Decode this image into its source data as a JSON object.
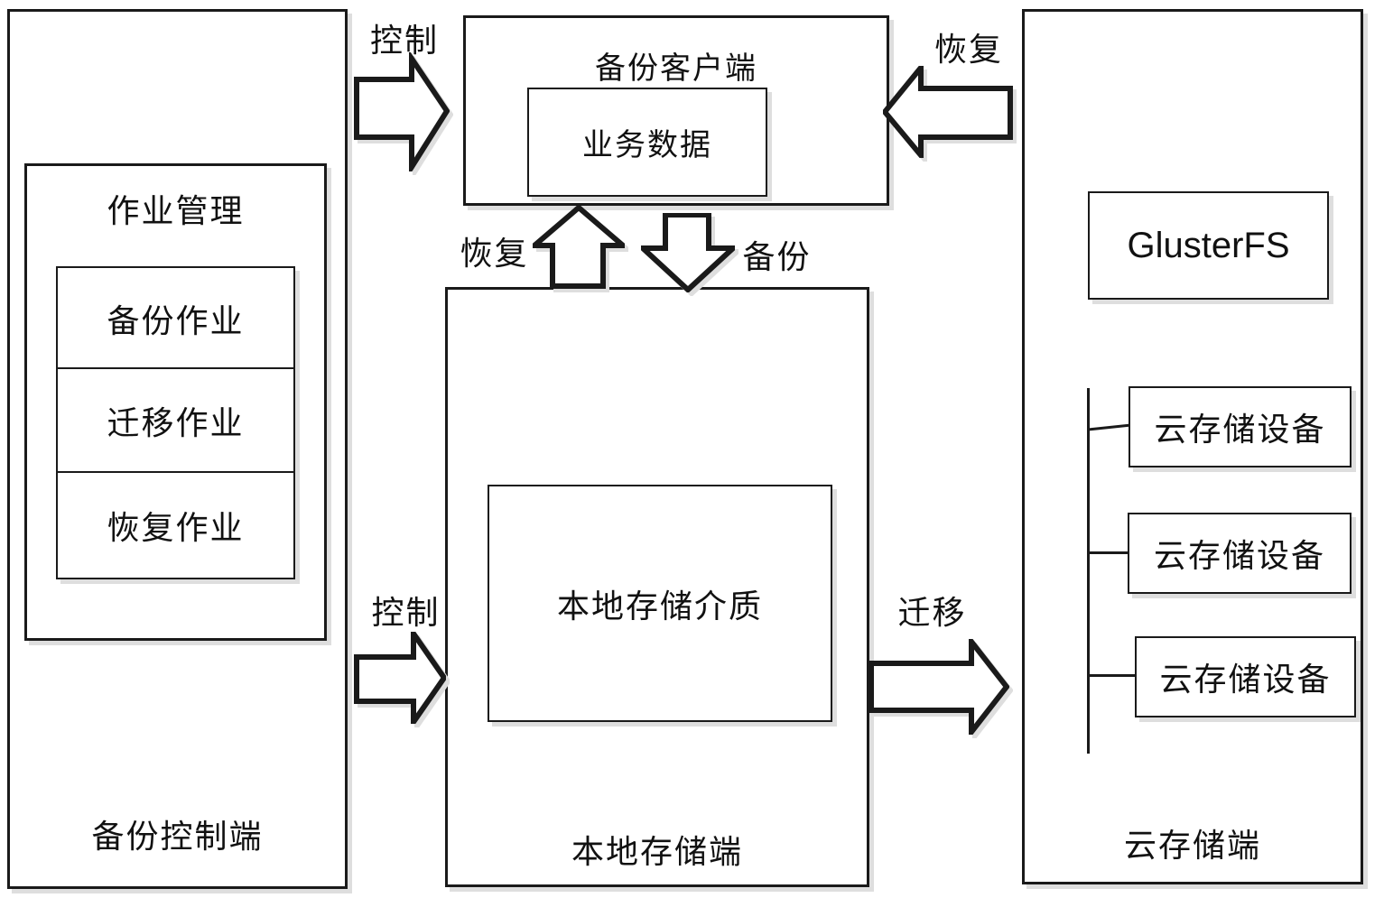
{
  "diagram": {
    "colors": {
      "line": "#1a1a1a",
      "shadow": "#dedede",
      "background": "#ffffff"
    },
    "backup_control": {
      "label": "备份控制端",
      "job_management": {
        "title": "作业管理",
        "jobs": [
          "备份作业",
          "迁移作业",
          "恢复作业"
        ]
      }
    },
    "backup_client": {
      "title": "备份客户端",
      "data_label": "业务数据"
    },
    "local_storage": {
      "label": "本地存储端",
      "medium_label": "本地存储介质"
    },
    "cloud_storage": {
      "label": "云存储端",
      "filesystem": "GlusterFS",
      "devices": [
        "云存储设备",
        "云存储设备",
        "云存储设备"
      ]
    },
    "arrows": {
      "control_top": "控制",
      "restore_top": "恢复",
      "restore_mid": "恢复",
      "backup_mid": "备份",
      "control_bottom": "控制",
      "migrate": "迁移"
    }
  }
}
